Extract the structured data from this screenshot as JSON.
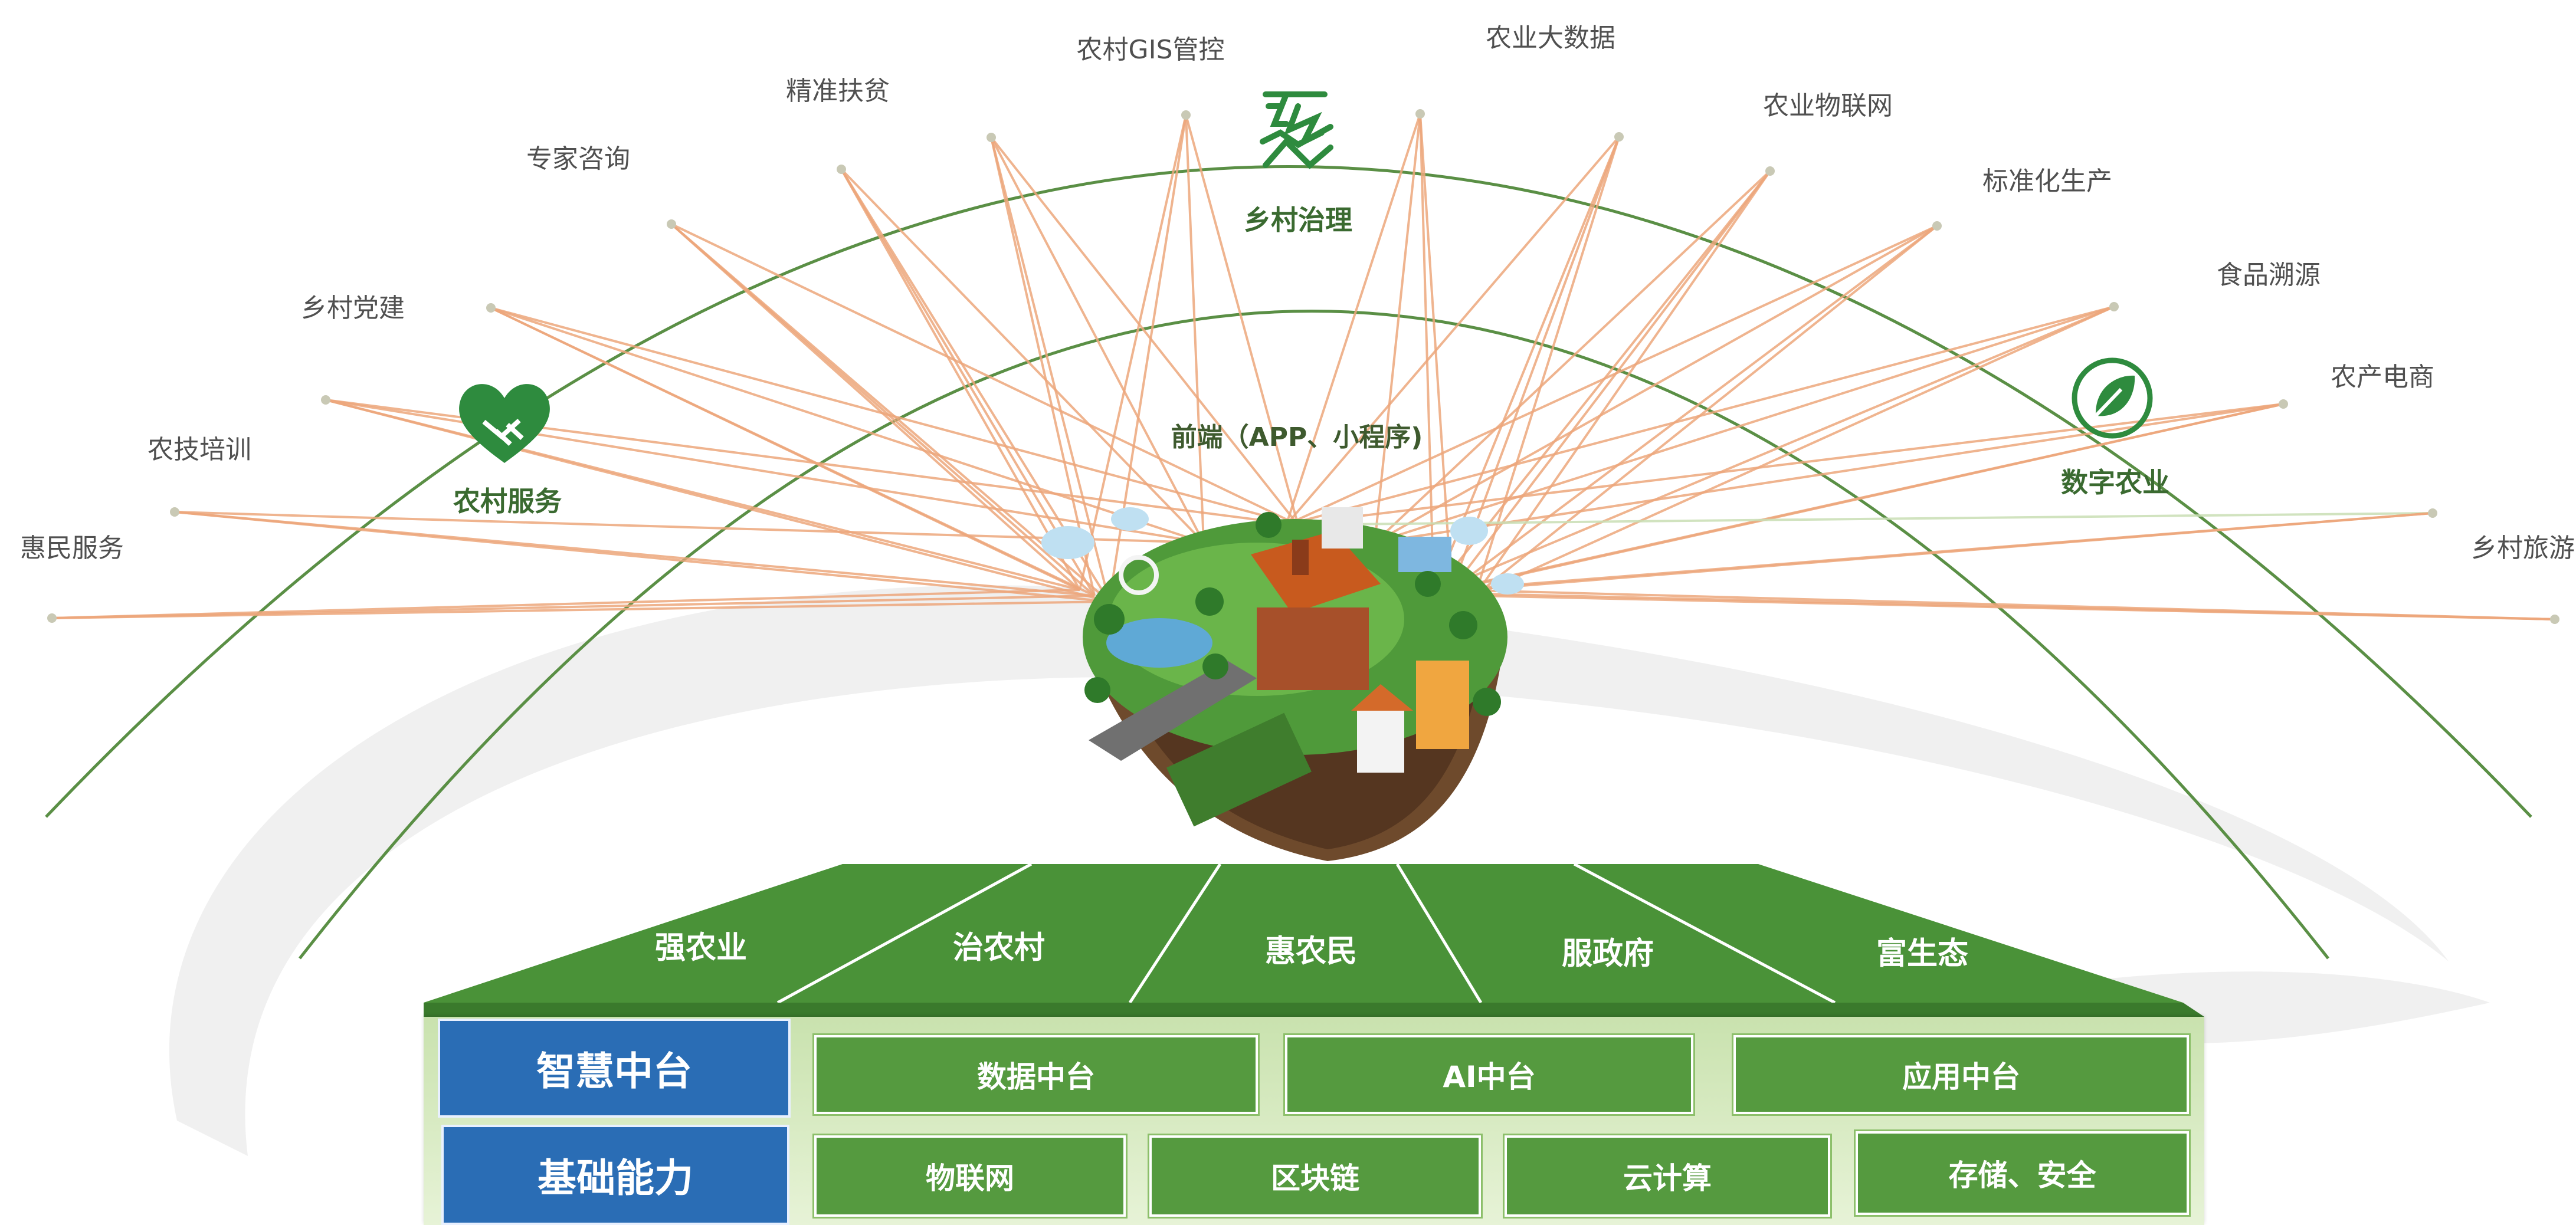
{
  "center_label": "前端（APP、小程序)",
  "nodes": [
    {
      "label": "惠民服务"
    },
    {
      "label": "农技培训"
    },
    {
      "label": "乡村党建"
    },
    {
      "label": "专家咨询"
    },
    {
      "label": "精准扶贫"
    },
    {
      "label": "农村GIS管控"
    },
    {
      "label": "农业大数据"
    },
    {
      "label": "农业物联网"
    },
    {
      "label": "标准化生产"
    },
    {
      "label": "食品溯源"
    },
    {
      "label": "农产电商"
    },
    {
      "label": "乡村旅游"
    }
  ],
  "categories": {
    "rural_service": {
      "label": "农村服务",
      "icon": "handshake-heart-icon"
    },
    "rural_governance": {
      "label": "乡村治理",
      "icon": "village-governance-icon"
    },
    "digital_agriculture": {
      "label": "数字农业",
      "icon": "leaf-icon"
    }
  },
  "goals": [
    "强农业",
    "治农村",
    "惠农民",
    "服政府",
    "富生态"
  ],
  "rows": {
    "smart_platform": {
      "title": "智慧中台",
      "items": [
        "数据中台",
        "AI中台",
        "应用中台"
      ]
    },
    "foundation": {
      "title": "基础能力",
      "items": [
        "物联网",
        "区块链",
        "云计算",
        "存储、安全"
      ]
    }
  },
  "colors": {
    "arc": "#5a8f45",
    "link": "#eda77c",
    "link_faint": "#c9dfb5",
    "plane": "#4a9238",
    "blue_box": "#2a6db5",
    "green_box": "#559a3f",
    "swoosh": "#e8e8e8"
  }
}
